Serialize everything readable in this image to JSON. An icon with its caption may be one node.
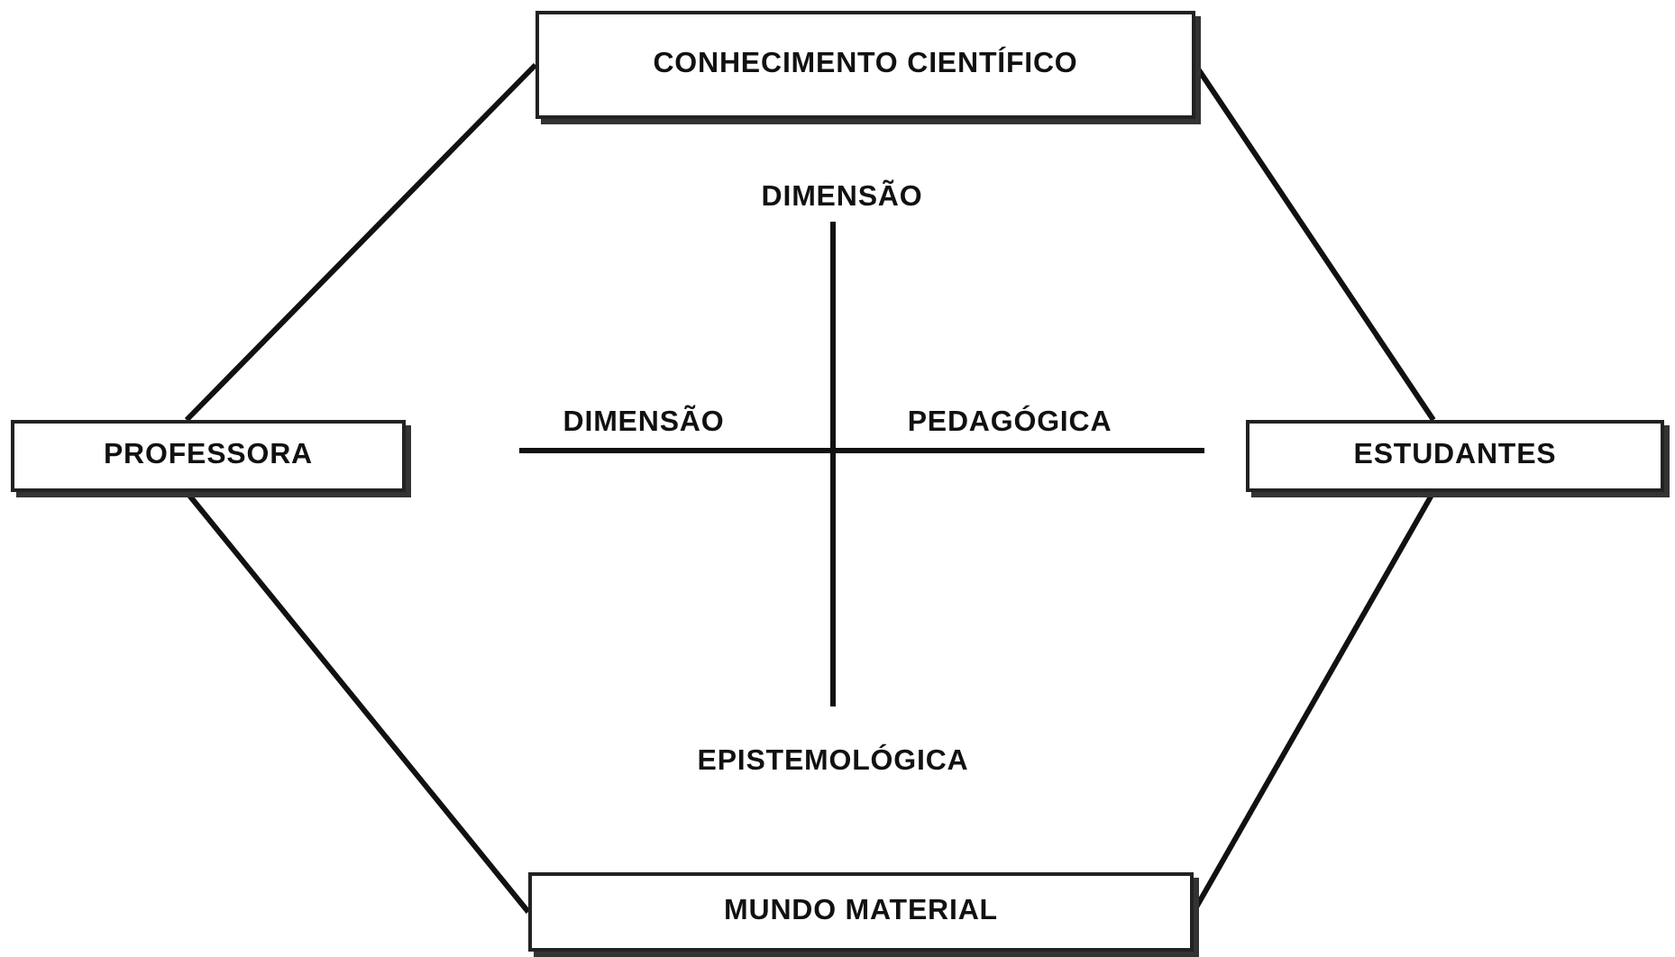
{
  "diagram": {
    "nodes": [
      {
        "text": [
          "CONHECIMENTO CIENTÍFICO"
        ]
      },
      {
        "text": [
          "PROFESSORA"
        ]
      },
      {
        "text": [
          "ESTUDANTES"
        ]
      },
      {
        "text": [
          "MUNDO MATERIAL"
        ]
      }
    ],
    "edges": [
      {
        "from": 1,
        "to": 0,
        "arrow": "none"
      },
      {
        "from": 0,
        "to": 2,
        "arrow": "none"
      },
      {
        "from": 1,
        "to": 3,
        "arrow": "none"
      },
      {
        "from": 3,
        "to": 2,
        "arrow": "none"
      }
    ],
    "labels": [
      "DIMENSÃO",
      "DIMENSÃO",
      "PEDAGÓGICA",
      "EPISTEMOLÓGICA"
    ]
  }
}
